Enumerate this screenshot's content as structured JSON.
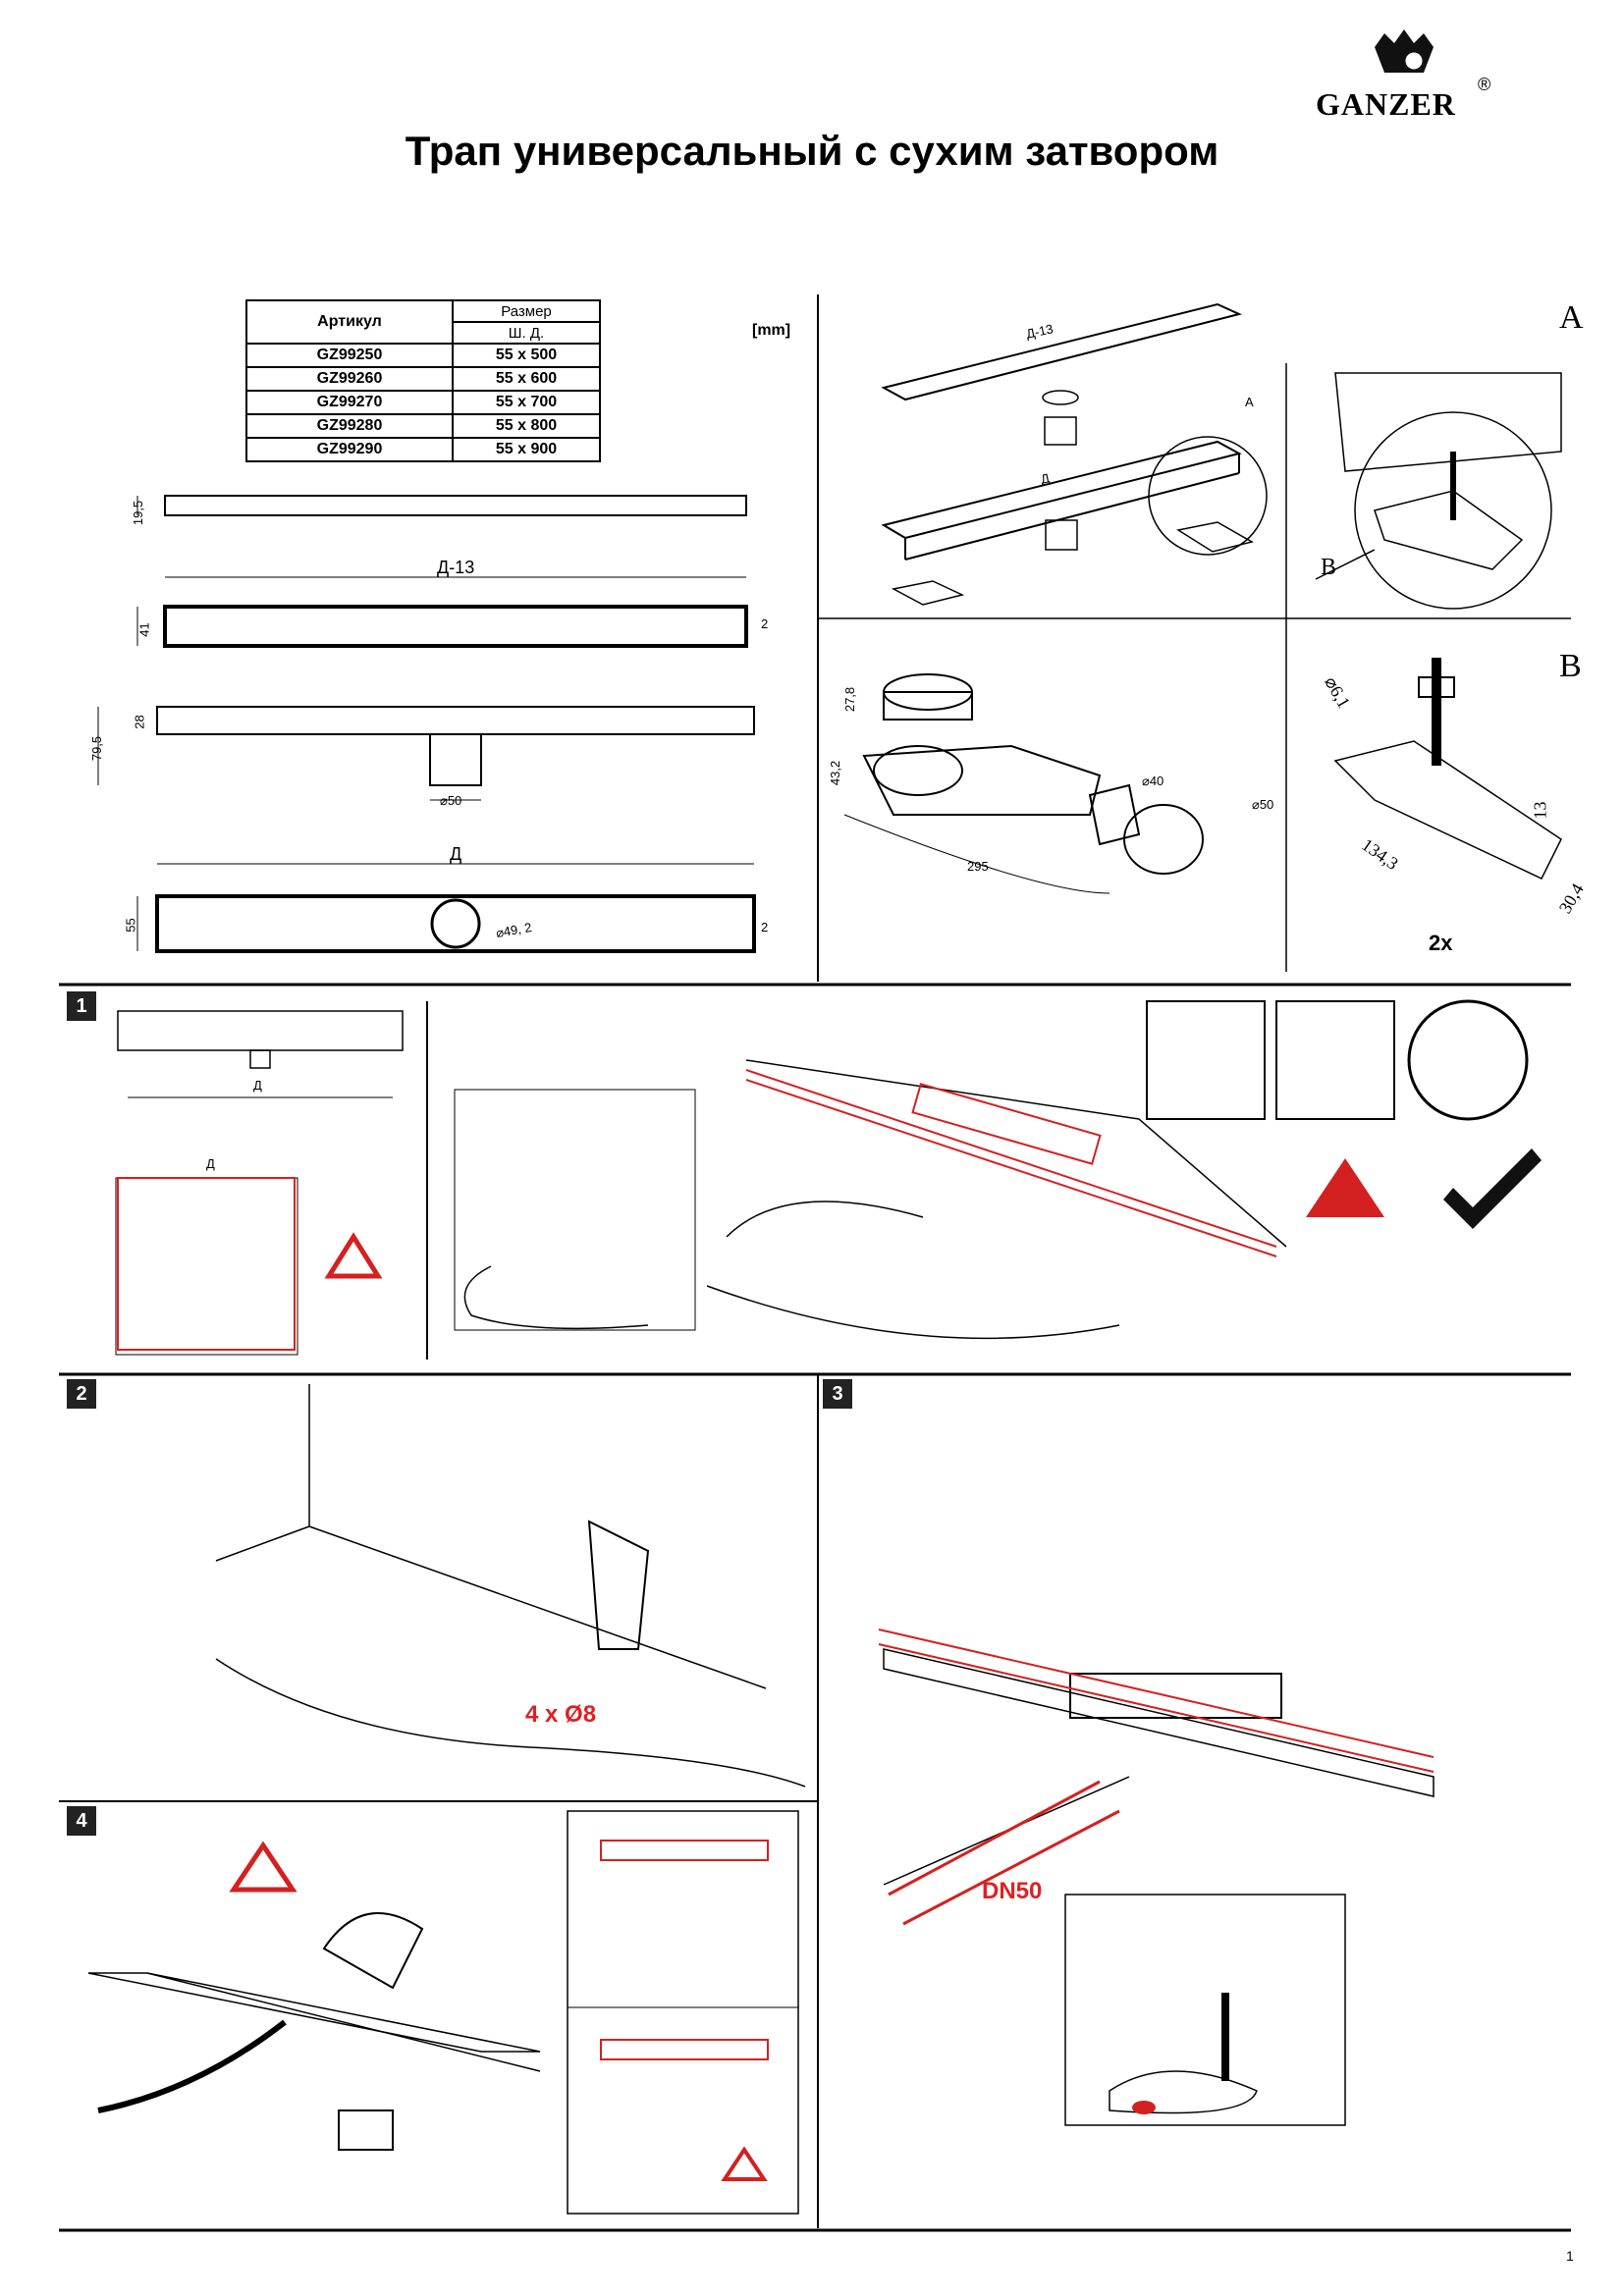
{
  "document": {
    "title": "Трап универсальный с сухим затвором",
    "brand": "GANZER",
    "brand_mark": "®",
    "page_number": "1"
  },
  "spec_table": {
    "col_article": "Артикул",
    "col_size": "Размер",
    "col_size_sub": "Ш.   Д.",
    "rows": [
      {
        "article": "GZ99250",
        "size": "55 x 500"
      },
      {
        "article": "GZ99260",
        "size": "55 x 600"
      },
      {
        "article": "GZ99270",
        "size": "55 x 700"
      },
      {
        "article": "GZ99280",
        "size": "55 x 800"
      },
      {
        "article": "GZ99290",
        "size": "55 x 900"
      }
    ],
    "unit": "[mm]"
  },
  "drawings": {
    "dim_19_5": "19,5",
    "dim_d13": "Д-13",
    "dim_41": "41",
    "dim_2": "2",
    "dim_28": "28",
    "dim_79_5": "79,5",
    "dim_phi50": "⌀50",
    "dim_d": "Д",
    "dim_55": "55",
    "dim_phi49_2": "⌀49, 2",
    "iso_d13": "Д-13",
    "iso_d": "Д",
    "iso_a": "A",
    "detail_a": "A",
    "detail_b_arrow": "B",
    "detail_b": "B",
    "dim_27_8": "27,8",
    "dim_43_2": "43,2",
    "dim_phi40": "⌀40",
    "dim_phi50_pipe": "⌀50",
    "dim_295": "295",
    "dim_phi6_1": "⌀6,1",
    "dim_13": "13",
    "dim_134_3": "134,3",
    "dim_30_4": "30,4",
    "qty_2x": "2x"
  },
  "steps": [
    {
      "badge": "1",
      "d_label": "Д",
      "d_label2": "Д"
    },
    {
      "badge": "2",
      "drill": "4 x Ø8"
    },
    {
      "badge": "3",
      "pipe": "DN50"
    },
    {
      "badge": "4"
    }
  ],
  "colors": {
    "accent_red": "#d42020",
    "warning_red": "#d42020",
    "line": "#000000",
    "gray": "#9a9a9a"
  },
  "icons": [
    "logo-crown-icon",
    "safety-gloves-icon",
    "cut-hazard-icon",
    "glove-icon",
    "checkmark-icon",
    "warning-triangle-icon",
    "tape-measure-icon",
    "spirit-level-icon",
    "drill-icon",
    "eye-icon",
    "water-bucket-icon"
  ]
}
